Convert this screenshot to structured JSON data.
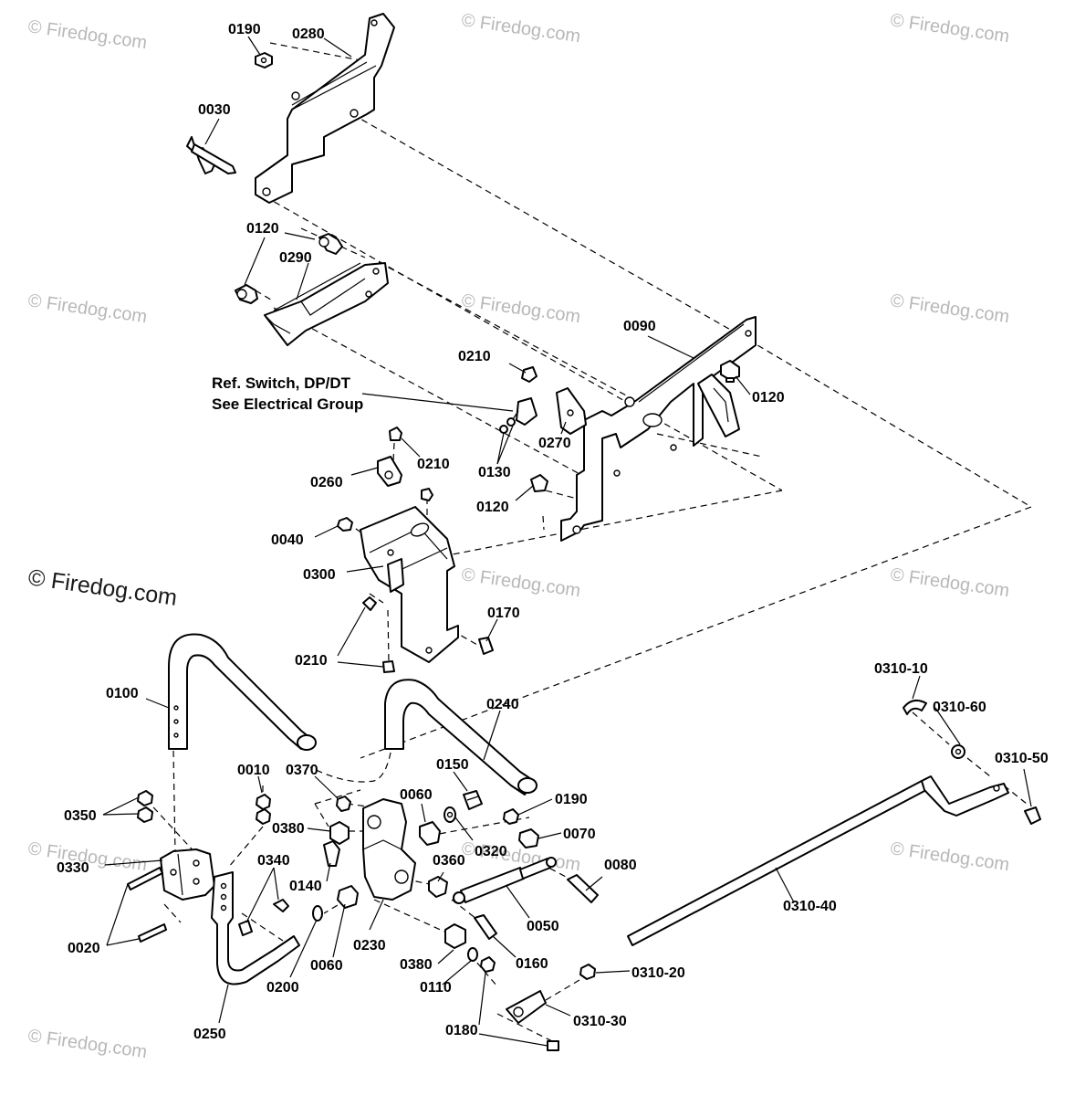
{
  "watermarks": [
    "© Firedog.com",
    "© Firedog.com",
    "© Firedog.com",
    "© Firedog.com",
    "© Firedog.com",
    "© Firedog.com",
    "© Firedog.com",
    "© Firedog.com",
    "© Firedog.com",
    "© Firedog.com",
    "© Firedog.com",
    "© Firedog.com"
  ],
  "main_watermark": "© Firedog.com",
  "note": {
    "line1": "Ref. Switch, DP/DT",
    "line2": "See Electrical Group"
  },
  "labels": [
    "0190",
    "0280",
    "0030",
    "0120",
    "0290",
    "0090",
    "0210",
    "0120",
    "0270",
    "0130",
    "0210",
    "0260",
    "0120",
    "0040",
    "0300",
    "0170",
    "0210",
    "0100",
    "0240",
    "0010",
    "0370",
    "0150",
    "0060",
    "0190",
    "0350",
    "0380",
    "0320",
    "0070",
    "0330",
    "0340",
    "0360",
    "0080",
    "0140",
    "0050",
    "0020",
    "0060",
    "0230",
    "0380",
    "0160",
    "0200",
    "0110",
    "0250",
    "0180",
    "0310-10",
    "0310-60",
    "0310-50",
    "0310-40",
    "0310-20",
    "0310-30"
  ]
}
